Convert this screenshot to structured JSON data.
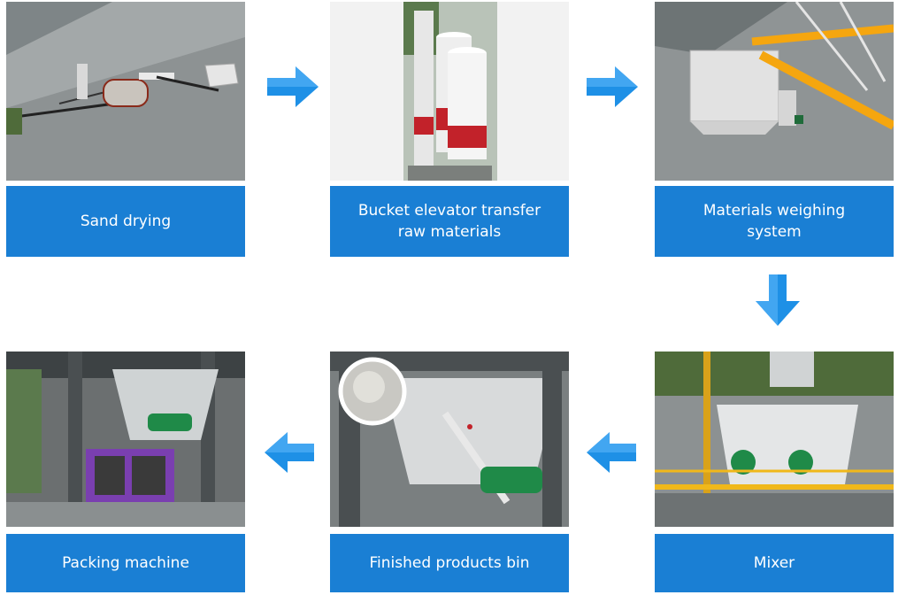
{
  "steps": [
    {
      "label": "Sand drying"
    },
    {
      "label": "Bucket elevator transfer\nraw materials"
    },
    {
      "label": "Materials weighing\nsystem"
    },
    {
      "label": "Mixer"
    },
    {
      "label": "Finished products bin"
    },
    {
      "label": "Packing machine"
    }
  ],
  "arrows": [
    "right",
    "right",
    "down",
    "left",
    "left"
  ],
  "colors": {
    "label_bg": "#1a7fd4",
    "arrow": "#1e90e6",
    "label_text": "#ffffff"
  }
}
